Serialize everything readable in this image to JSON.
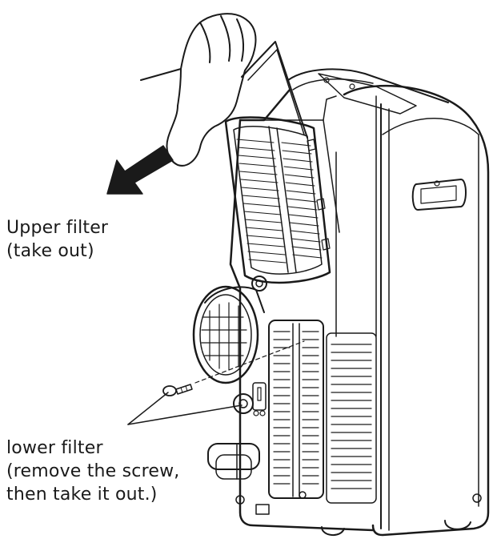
{
  "labels": {
    "upper_filter": {
      "line1": "Upper filter",
      "line2": "(take out)"
    },
    "lower_filter": {
      "line1": "lower filter",
      "line2": "(remove the screw,",
      "line3": "then take it out.)"
    }
  },
  "colors": {
    "ink": "#1a1a1a",
    "background": "#ffffff"
  }
}
